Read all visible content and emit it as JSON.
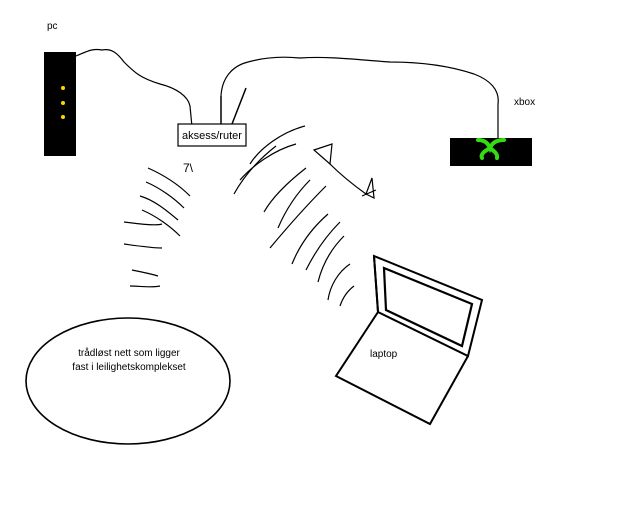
{
  "labels": {
    "pc": "pc",
    "xbox": "xbox",
    "router": "aksess/ruter",
    "laptop": "laptop",
    "note_line1": "trådløst nett som ligger",
    "note_line2": "fast i leilighetskomplekset",
    "scribble": "7\\"
  },
  "colors": {
    "background": "#ffffff",
    "stroke": "#000000",
    "pc_lights": "#ffd700",
    "xbox_logo": "#33dd11"
  },
  "icons": {
    "pc": "pc-tower-icon",
    "xbox": "xbox-console-icon",
    "laptop": "laptop-icon",
    "router": "router-icon",
    "wifi": "wireless-waves-icon"
  }
}
